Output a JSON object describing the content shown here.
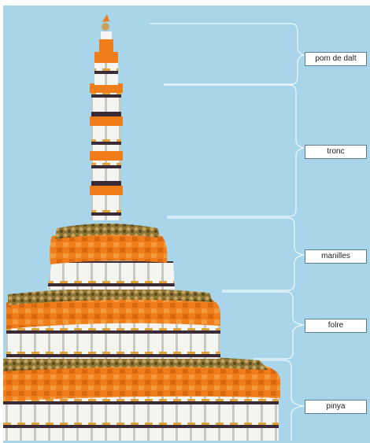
{
  "diagram": {
    "labels": [
      {
        "id": "pom",
        "text": "pom de dalt"
      },
      {
        "id": "tronc",
        "text": "tronc"
      },
      {
        "id": "manilles",
        "text": "manilles"
      },
      {
        "id": "folre",
        "text": "folre"
      },
      {
        "id": "pinya",
        "text": "pinya"
      }
    ]
  },
  "colors": {
    "sky": "#a9d5ea",
    "shirt": "#ef7d1a",
    "pants": "#ffffff",
    "sash": "#3a2a36",
    "hair": "#6b5a2a",
    "line": "#e9f4f8"
  }
}
